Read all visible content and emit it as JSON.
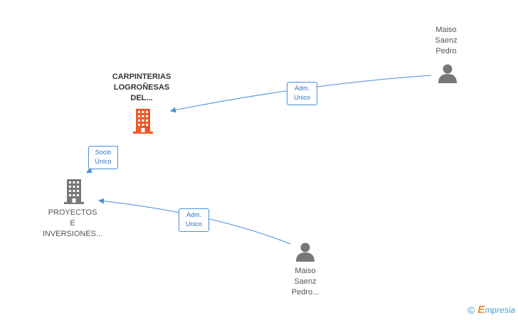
{
  "nodes": {
    "company_main": {
      "lines": [
        "CARPINTERIAS",
        "LOGROÑESAS",
        "DEL..."
      ],
      "icon": "building-icon",
      "color": "#f0582a"
    },
    "company_sub": {
      "lines": [
        "PROYECTOS",
        "E",
        "INVERSIONES..."
      ],
      "icon": "building-icon",
      "color": "#777777"
    },
    "person_top": {
      "lines": [
        "Maiso",
        "Saenz",
        "Pedro"
      ],
      "icon": "person-icon",
      "color": "#777777"
    },
    "person_bottom": {
      "lines": [
        "Maiso",
        "Saenz",
        "Pedro..."
      ],
      "icon": "person-icon",
      "color": "#777777"
    }
  },
  "edges": {
    "top_adm": {
      "lines": [
        "Adm.",
        "Unico"
      ]
    },
    "socio": {
      "lines": [
        "Socio",
        "Único"
      ]
    },
    "bottom_adm": {
      "lines": [
        "Adm.",
        "Unico"
      ]
    }
  },
  "edge_color": "#4a8fd8",
  "brand": {
    "copyright": "©",
    "e": "E",
    "rest": "mpresia"
  }
}
